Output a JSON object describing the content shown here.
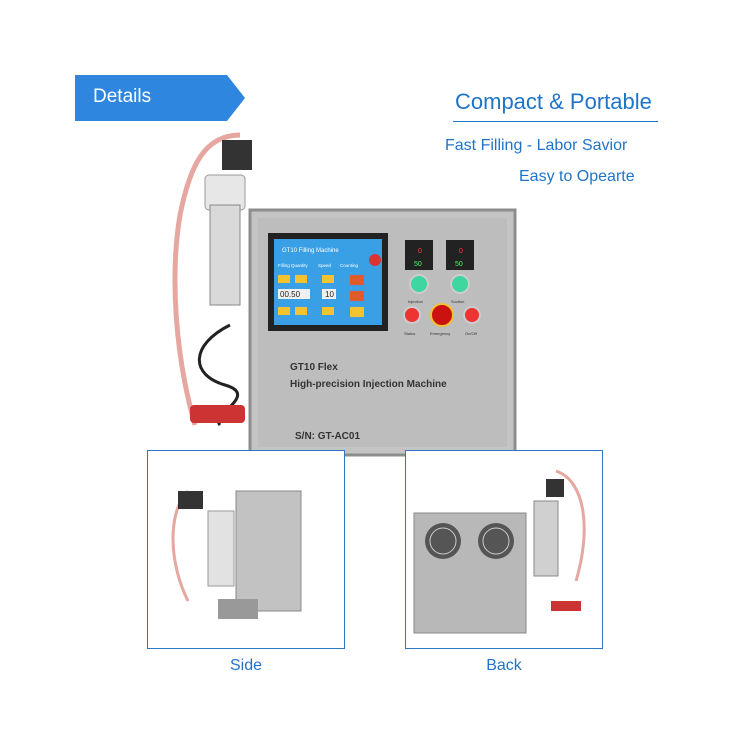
{
  "banner": {
    "label": "Details"
  },
  "headline": "Compact & Portable",
  "features": [
    "Fast Filling - Labor Savior",
    "Easy to Opearte"
  ],
  "machine": {
    "model_line": "GT10 Flex",
    "name_line": "High-precision Injection Machine",
    "serial": "S/N:  GT-AC01",
    "screen": {
      "title": "GT10 Filling Machine",
      "headers": [
        "Filling Quantity",
        "Speed",
        "Counting"
      ],
      "quantity_value": "00.50",
      "speed_value": "10"
    },
    "controller_1": {
      "top": "0",
      "bottom": "50"
    },
    "controller_2": {
      "top": "0",
      "bottom": "50"
    },
    "buttons": [
      "Injection",
      "Suction",
      "Status",
      "Emergency",
      "On/Off"
    ]
  },
  "views": [
    {
      "caption": "Side"
    },
    {
      "caption": "Back"
    }
  ],
  "colors": {
    "accent": "#1f74c8",
    "banner": "#2f86de",
    "steel": "#c9c9c9",
    "screen": "#3aa0e6"
  }
}
